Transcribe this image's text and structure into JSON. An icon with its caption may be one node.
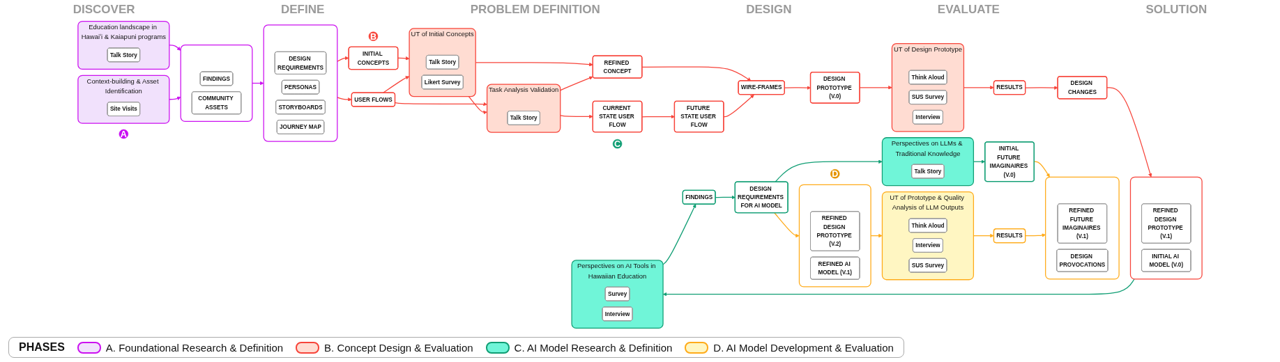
{
  "diagram": {
    "nodes": [
      {
        "text": [
          "A"
        ]
      },
      {
        "text": [
          "Education landscape in Hawaiʻi & Kaiapuni programs"
        ]
      },
      {
        "text": [
          "Talk Story"
        ],
        "in": 1
      },
      {
        "text": [
          "Context-building & Asset Identification"
        ]
      },
      {
        "text": [
          "Site Visits"
        ],
        "in": 3
      },
      {
        "text": [],
        "shape": "box"
      },
      {
        "text": [
          "FINDINGS"
        ],
        "in": 5
      },
      {
        "text": [
          "COMMUNITY ASSETS"
        ],
        "in": 5
      },
      {
        "text": [],
        "shape": "box"
      },
      {
        "text": [
          "DESIGN REQUIREMENTS"
        ],
        "in": 8
      },
      {
        "text": [
          "PERSONAS"
        ],
        "in": 8
      },
      {
        "text": [
          "STORYBOARDS"
        ],
        "in": 8
      },
      {
        "text": [
          "JOURNEY MAP"
        ],
        "in": 8
      },
      {
        "text": [
          "B"
        ]
      },
      {
        "text": [
          "INITIAL CONCEPTS"
        ]
      },
      {
        "text": [
          "USER FLOWS"
        ]
      },
      {
        "text": [
          "UT of Initial Concepts"
        ]
      },
      {
        "text": [
          "Talk Story"
        ],
        "in": 16
      },
      {
        "text": [
          "Likert Survey"
        ],
        "in": 16
      },
      {
        "text": [
          "Task Analysis Validation"
        ]
      },
      {
        "text": [
          "Talk Story"
        ],
        "in": 19
      },
      {
        "text": [
          "CURRENT STATE USER FLOW"
        ]
      },
      {
        "text": [
          "REFINED CONCEPT"
        ]
      },
      {
        "text": [
          "FUTURE STATE USER FLOW"
        ]
      },
      {
        "text": [
          "WIRE-FRAMES"
        ]
      },
      {
        "text": [
          "DESIGN PROTOTYPE (V.0)"
        ]
      },
      {
        "text": [
          "UT of Design Prototype"
        ]
      },
      {
        "text": [
          "Think Aloud"
        ],
        "in": 26
      },
      {
        "text": [
          "SUS Survey"
        ],
        "in": 26
      },
      {
        "text": [
          "Interview"
        ],
        "in": 26
      },
      {
        "text": [
          "RESULTS"
        ]
      },
      {
        "text": [
          "DESIGN CHANGES"
        ]
      },
      {
        "text": [],
        "shape": "box"
      },
      {
        "text": [
          "REFINED DESIGN PROTOTYPE (V.1)"
        ],
        "in": 32
      },
      {
        "text": [
          "INITIAL AI MODEL (V.0)"
        ],
        "in": 32
      },
      {
        "text": [
          "C"
        ]
      },
      {
        "text": [
          "Perspectives on AI Tools in Hawaiian Education"
        ]
      },
      {
        "text": [
          "Survey"
        ],
        "in": 36
      },
      {
        "text": [
          "Interview"
        ],
        "in": 36
      },
      {
        "text": [
          "FINDINGS"
        ]
      },
      {
        "text": [
          "DESIGN REQUIREMENTS FOR AI MODEL"
        ]
      },
      {
        "text": [
          "Perspectives on LLMs & Traditional Knowledge"
        ]
      },
      {
        "text": [
          "Talk Story"
        ],
        "in": 41
      },
      {
        "text": [
          "INITIAL FUTURE IMAGINAIRES (V.0)"
        ]
      },
      {
        "text": [
          "D"
        ]
      },
      {
        "text": [],
        "shape": "box"
      },
      {
        "text": [
          "REFINED DESIGN PROTOTYPE (V.2)"
        ],
        "in": 45
      },
      {
        "text": [
          "REFINED AI MODEL (V.1)"
        ],
        "in": 45
      },
      {
        "text": [
          "UT of Prototype & Quality Analysis of LLM Outputs"
        ]
      },
      {
        "text": [
          "Think Aloud"
        ],
        "in": 48
      },
      {
        "text": [
          "Interview"
        ],
        "in": 48
      },
      {
        "text": [
          "SUS Survey"
        ],
        "in": 48
      },
      {
        "text": [
          "RESULTS"
        ]
      },
      {
        "text": [],
        "shape": "box"
      },
      {
        "text": [
          "REFINED FUTURE IMAGINAIRES (V.1)"
        ],
        "in": 53
      },
      {
        "text": [
          "DESIGN PROVOCATIONS"
        ],
        "in": 53
      }
    ],
    "edges": [
      {
        "from": 1,
        "to": 5,
        "arrow": "to",
        "color": "#cc11f0"
      },
      {
        "from": 3,
        "to": 5,
        "arrow": "to",
        "color": "#cc11f0"
      },
      {
        "from": 5,
        "to": 8,
        "arrow": "to",
        "color": "#cc11f0"
      },
      {
        "from": 8,
        "to": 14,
        "arrow": "to"
      },
      {
        "from": 8,
        "to": 15,
        "arrow": "to"
      },
      {
        "from": 14,
        "to": 16,
        "arrow": "to"
      },
      {
        "from": 15,
        "to": 16,
        "arrow": "to"
      },
      {
        "from": 15,
        "to": 19,
        "arrow": "to"
      },
      {
        "from": 16,
        "to": 19,
        "arrow": "to"
      },
      {
        "from": 16,
        "to": 22,
        "arrow": "to"
      },
      {
        "from": 19,
        "to": 22,
        "arrow": "to"
      },
      {
        "from": 19,
        "to": 21,
        "arrow": "to"
      },
      {
        "from": 21,
        "to": 23,
        "arrow": "to"
      },
      {
        "from": 22,
        "to": 24,
        "arrow": "to"
      },
      {
        "from": 23,
        "to": 24,
        "arrow": "to"
      },
      {
        "from": 24,
        "to": 25,
        "arrow": "to"
      },
      {
        "from": 25,
        "to": 26,
        "arrow": "to"
      },
      {
        "from": 26,
        "to": 30,
        "arrow": "to"
      },
      {
        "from": 30,
        "to": 31,
        "arrow": "to"
      },
      {
        "from": 31,
        "to": 32,
        "arrow": "to"
      },
      {
        "from": 32,
        "to": 36,
        "arrow": "to",
        "color": "#109e74"
      },
      {
        "from": 36,
        "to": 39,
        "arrow": "to",
        "color": "#109e74"
      },
      {
        "from": 39,
        "to": 40,
        "arrow": "to",
        "color": "#109e74"
      },
      {
        "from": 40,
        "to": 41,
        "arrow": "to",
        "color": "#109e74"
      },
      {
        "from": 40,
        "to": 45,
        "arrow": "to",
        "color": "#ffab19"
      },
      {
        "from": 41,
        "to": 43,
        "arrow": "to",
        "color": "#109e74"
      },
      {
        "from": 43,
        "to": 53,
        "arrow": "to",
        "color": "#ffab19"
      },
      {
        "from": 45,
        "to": 48,
        "arrow": "to",
        "color": "#ffab19"
      },
      {
        "from": 48,
        "to": 52,
        "arrow": "to",
        "color": "#ffab19"
      },
      {
        "from": 52,
        "to": 53,
        "arrow": "to",
        "color": "#ffab19"
      }
    ],
    "labels": [
      "DISCOVER",
      "DEFINE",
      "PROBLEM DEFINITION",
      "DESIGN",
      "EVALUATE",
      "SOLUTION",
      "PHASES"
    ],
    "legend": [
      {
        "text": "A. Foundational Research & Definition",
        "color": "#f1e1fc"
      },
      {
        "text": "B. Concept Design & Evaluation",
        "color": "#ffdcd2"
      },
      {
        "text": "C. AI Model Research & Definition",
        "color": "#70f5d8"
      },
      {
        "text": "D. AI Model Development & Evaluation",
        "color": "#fff6c2"
      }
    ]
  }
}
